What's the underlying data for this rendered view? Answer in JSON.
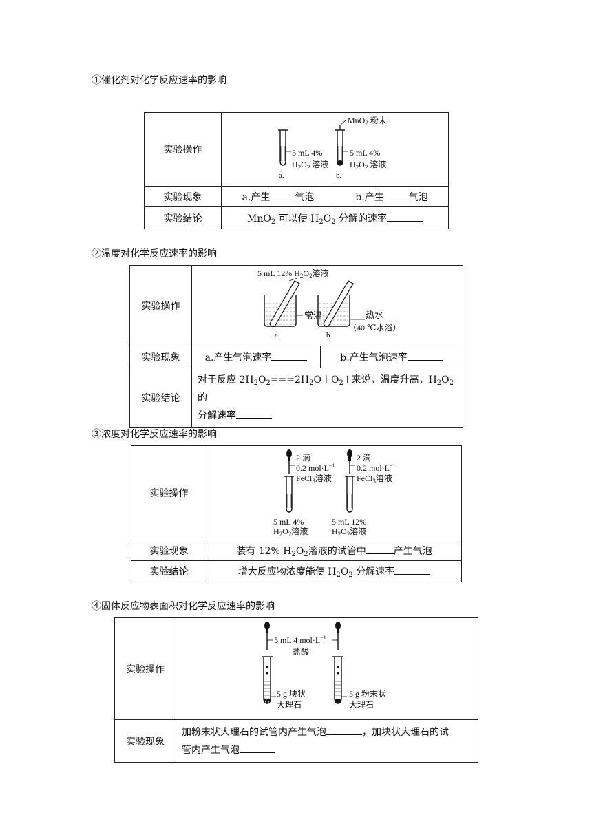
{
  "s1": {
    "heading": "①催化剂对化学反应速率的影响",
    "op_label": "实验操作",
    "phen_label": "实验现象",
    "concl_label": "实验结论",
    "fig": {
      "mno2_label": "MnO",
      "mno2_sub": "2",
      "mno2_suffix": " 粉末",
      "a_vol": "5 mL 4%",
      "a_sol_pre": "H",
      "a_sol_mid": "O",
      "a_sol_suf": " 溶液",
      "b_vol": "5 mL 4%",
      "tag_a": "a.",
      "tag_b": "b."
    },
    "phen_a_pre": "a.产生",
    "phen_a_suf": "气泡",
    "phen_b_pre": "b.产生",
    "phen_b_suf": "气泡",
    "concl_pre": "MnO",
    "concl_mid1": "可以使 H",
    "concl_mid2": "O",
    "concl_suf": "分解的速率"
  },
  "s2": {
    "heading": "②温度对化学反应速率的影响",
    "op_label": "实验操作",
    "phen_label": "实验现象",
    "concl_label": "实验结论",
    "fig": {
      "top_label_pre": "5 mL 12% H",
      "top_label_mid": "O",
      "top_label_suf": "溶液",
      "room_temp": "常温",
      "hot_water": "热水",
      "bath": "（40 ℃水浴）",
      "tag_a": "a.",
      "tag_b": "b."
    },
    "phen_a": "a.产生气泡速率",
    "phen_b": "b.产生气泡速率",
    "concl_line1_pre": "对于反应 2H",
    "concl_line1_a": "O",
    "concl_line1_b": "===2H",
    "concl_line1_c": "O＋O",
    "concl_line1_d": "↑来说，温度升高，H",
    "concl_line1_e": "O",
    "concl_line1_f": "的",
    "concl_line2": "分解速率"
  },
  "s3": {
    "heading": "③浓度对化学反应速率的影响",
    "op_label": "实验操作",
    "phen_label": "实验现象",
    "concl_label": "实验结论",
    "fig": {
      "drops": "2 滴",
      "conc": "0.2 mol·L",
      "conc_sup": "−1",
      "fecl3_pre": "FeCl",
      "fecl3_suf": "溶液",
      "a_vol": "5 mL 4%",
      "b_vol": "5 mL 12%",
      "sol_pre": "H",
      "sol_mid": "O",
      "sol_suf": "溶液"
    },
    "phen_pre": "装有 12% H",
    "phen_mid": "O",
    "phen_mid2": "溶液的试管中",
    "phen_suf": "产生气泡",
    "concl_pre": "增大反应物浓度能使 H",
    "concl_mid": "O",
    "concl_suf": "分解速率"
  },
  "s4": {
    "heading": "④固体反应物表面积对化学反应速率的影响",
    "op_label": "实验操作",
    "phen_label": "实验现象",
    "fig": {
      "acid_pre": "5 mL 4 mol·L",
      "acid_sup": "−1",
      "acid_name": "盐酸",
      "a_mass": "5 g 块状",
      "b_mass": "5 g 粉末状",
      "marble": "大理石"
    },
    "phen_line1_pre": "加粉末状大理石的试管内产生气泡",
    "phen_line1_suf": "，加块状大理石的试",
    "phen_line2": "管内产生气泡"
  },
  "sub2": "2"
}
